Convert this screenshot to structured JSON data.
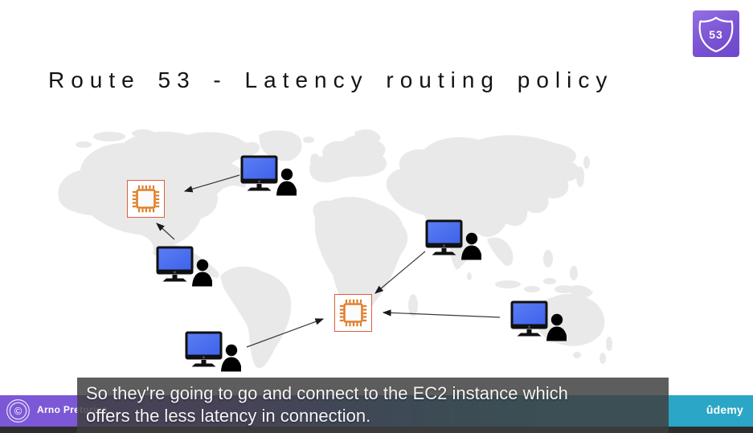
{
  "slide": {
    "title": "Route 53 - Latency routing policy"
  },
  "badge": {
    "label": "53"
  },
  "caption": {
    "line1": "So they're going to go and connect to the EC2 instance which",
    "line2": "offers the less latency in connection."
  },
  "footer": {
    "author": "Arno Pretorius",
    "brand": "ûdemy",
    "copyright_symbol": "©"
  },
  "diagram": {
    "node_types": [
      "user-computer",
      "ec2-instance"
    ],
    "user_computers": 5,
    "ec2_instances": 2,
    "connections": 5
  },
  "icons": {
    "route53_badge": "route53-shield-icon",
    "ec2": "ec2-chip-icon",
    "user": "user-computer-icon",
    "copyright": "copyright-roundel-icon"
  },
  "colors": {
    "map_land": "#e9e9e9",
    "monitor_screen_blue": "#4a6bf0",
    "ec2_orange": "#e07f2c",
    "ec2_border": "#dd5f3d",
    "badge_purple": "#7b52d3",
    "footer_purple": "#7c58d6",
    "footer_teal": "#2ba6c7",
    "caption_background": "rgba(62,62,62,0.84)",
    "bottom_strip": "#2d2d2d",
    "title_text": "#141414"
  }
}
